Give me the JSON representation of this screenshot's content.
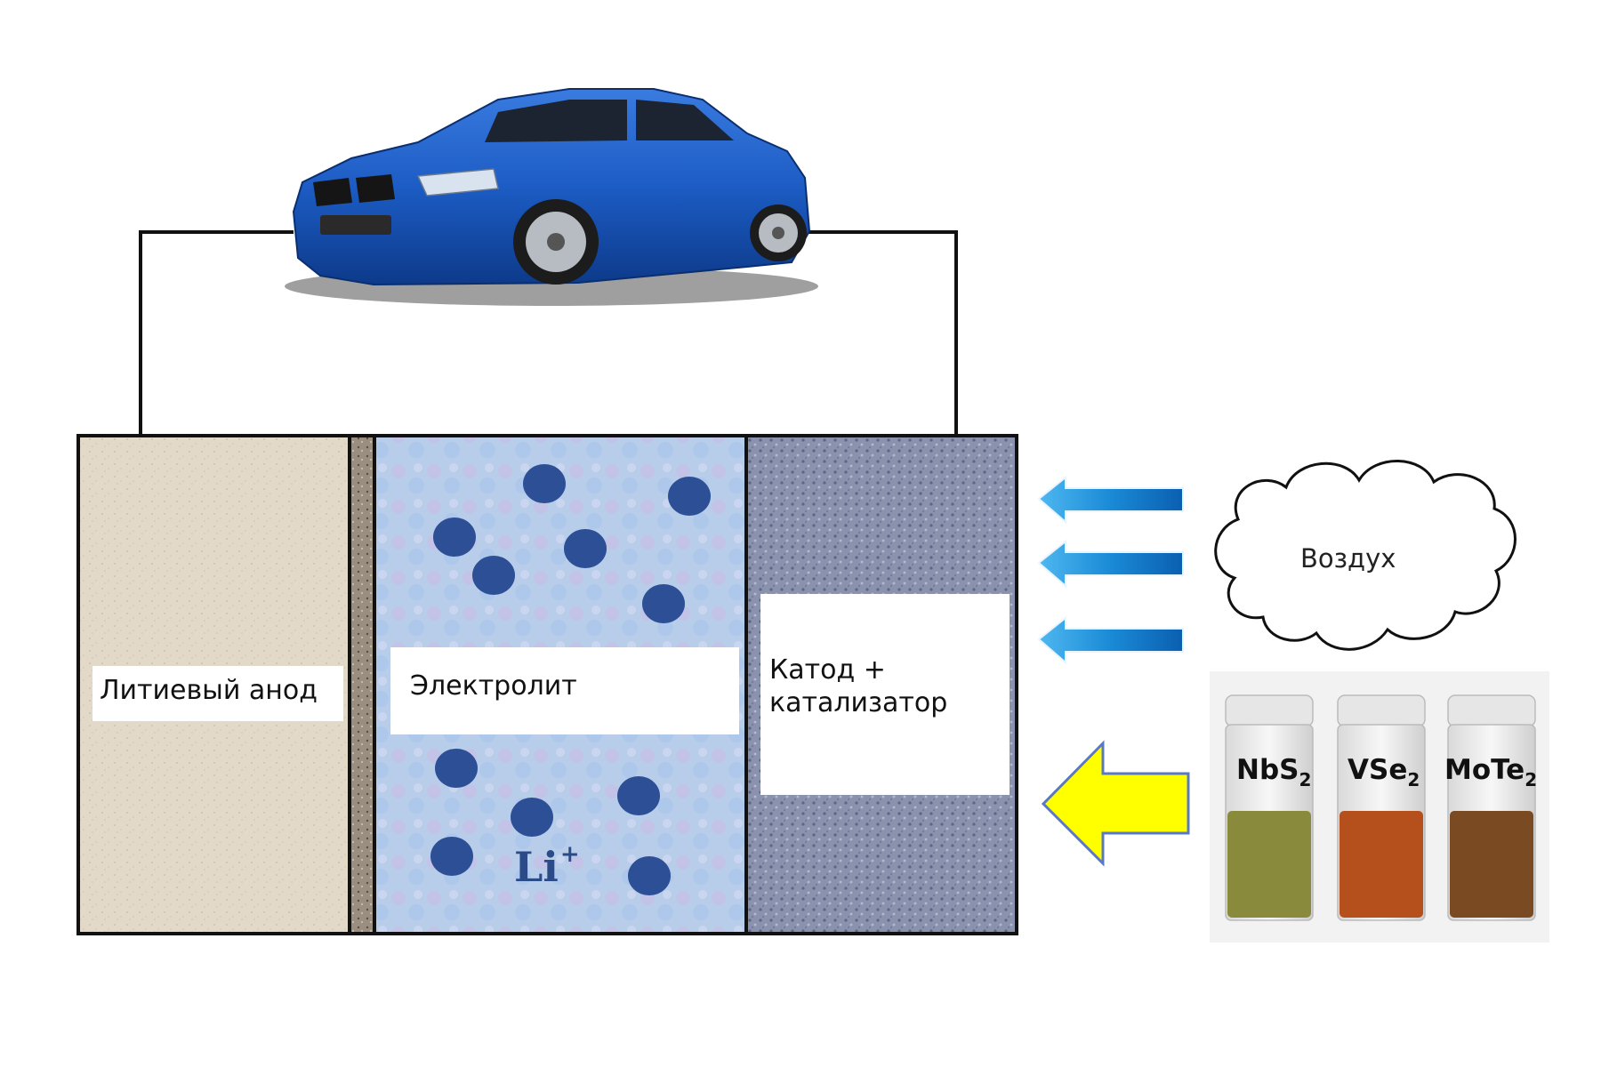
{
  "labels": {
    "anode": "Литиевый анод",
    "electrolyte": "Электролит",
    "cathode_line1": "Катод +",
    "cathode_line2": "катализатор",
    "air": "Воздух",
    "li_ion": "Li",
    "li_charge": "+"
  },
  "vials": [
    {
      "formula": "NbS",
      "subscript": "2",
      "liquid_color": "#8a8a3c"
    },
    {
      "formula": "VSe",
      "subscript": "2",
      "liquid_color": "#b5501c"
    },
    {
      "formula": "MoTe",
      "subscript": "2",
      "liquid_color": "#7a4a22"
    }
  ],
  "colors": {
    "car_body": "#1c5cc4",
    "anode_fill": "#e3d9c8",
    "electrolyte_fill": "#b8cdea",
    "cathode_fill": "#8a92ae",
    "ion_dot": "#2c4f96",
    "air_arrow": "#1f8fd8",
    "catalyst_arrow": "#ffff00"
  },
  "icons": [
    "car-icon",
    "cloud-icon",
    "arrow-left-icon"
  ]
}
